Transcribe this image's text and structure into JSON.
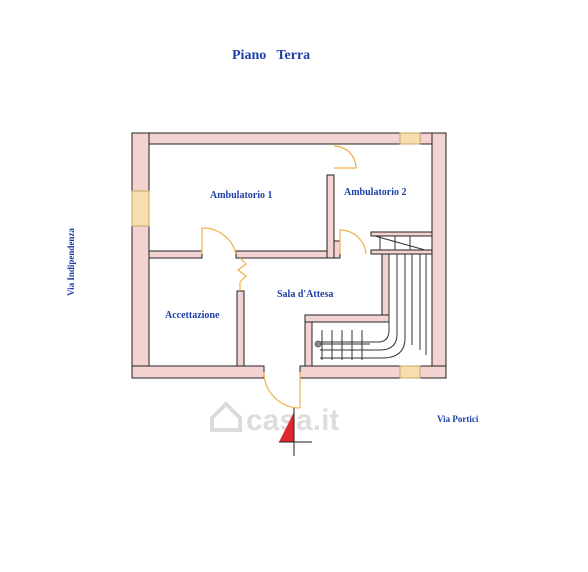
{
  "title": "Piano   Terra",
  "rooms": {
    "ambulatorio1": "Ambulatorio 1",
    "ambulatorio2": "Ambulatorio 2",
    "sala_attesa": "Sala d'Attesa",
    "accettazione": "Accettazione"
  },
  "streets": {
    "left": "Via Indipendenza",
    "right": "Via Portici"
  },
  "watermark": "casa.it",
  "colors": {
    "label": "#1f3fa8",
    "wall": "#f3d2d2",
    "door": "#f0b14a",
    "compass": "#e0262f"
  }
}
